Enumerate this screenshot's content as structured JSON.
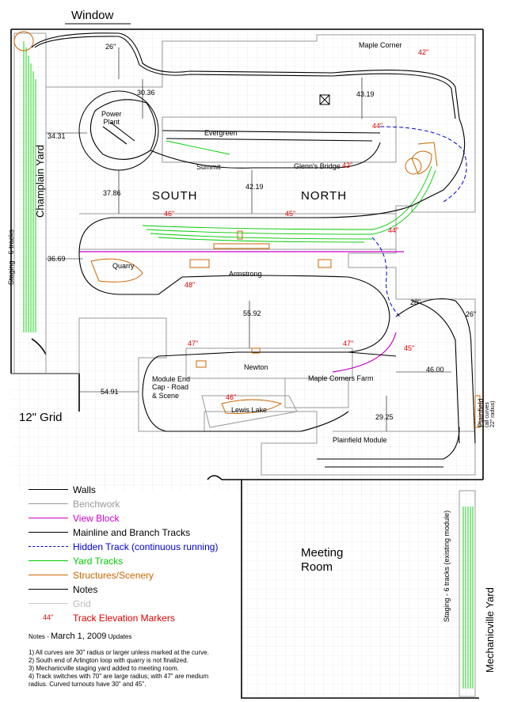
{
  "title": {
    "window": "Window",
    "meeting_room": "Meeting\nRoom",
    "grid": "12\" Grid"
  },
  "regions": {
    "south": "SOUTH",
    "north": "NORTH"
  },
  "places": {
    "champlain_yard": "Champlain Yard",
    "champlain_staging": "Staging - 6 tracks",
    "power_plant": "Power\nPlant",
    "evergreen": "Evergreen",
    "summit": "Summit",
    "glenns_bridge": "Glenn's Bridge",
    "maple_corner": "Maple Corner",
    "quarry": "Quarry",
    "armstrong": "Armstrong",
    "newton": "Newton",
    "maple_corners_farm": "Maple Corners Farm",
    "module_end": "Module End\nCap - Road\n& Scene",
    "lewis_lake": "Lewis Lake",
    "plainfield_module": "Plainfield Module",
    "plainfield": "Plainfield",
    "all_curves": "(all curves\n22\" radius)",
    "mechanicville_yard": "Mechanicville Yard",
    "mechanicville_staging": "Staging - 6 tracks (existing module)"
  },
  "dimensions": [
    "26\"",
    "30.36",
    "43.19",
    "34.31",
    "37.86",
    "42.19",
    "36.69",
    "55.92",
    "54.91",
    "46.00",
    "29.25",
    "28\"",
    "26\""
  ],
  "elevations": [
    "42\"",
    "44\"",
    "43\"",
    "46\"",
    "45\"",
    "44\"",
    "48\"",
    "47\"",
    "47\"",
    "45\"",
    "46\""
  ],
  "legend": [
    {
      "label": "Walls",
      "color": "#000000",
      "style": "solid"
    },
    {
      "label": "Benchwork",
      "color": "#999999",
      "style": "solid"
    },
    {
      "label": "View Block",
      "color": "#cc00cc",
      "style": "solid"
    },
    {
      "label": "Mainline and Branch Tracks",
      "color": "#000000",
      "style": "solid"
    },
    {
      "label": "Hidden Track (continuous running)",
      "color": "#0000cc",
      "style": "dashed"
    },
    {
      "label": "Yard Tracks",
      "color": "#00cc00",
      "style": "solid"
    },
    {
      "label": "Structures/Scenery",
      "color": "#cc6600",
      "style": "solid"
    },
    {
      "label": "Notes",
      "color": "#000000",
      "style": "solid"
    },
    {
      "label": "Grid",
      "color": "#cccccc",
      "style": "solid"
    },
    {
      "label": "Track Elevation Markers",
      "color": "#e00000",
      "style": "marker",
      "marker": "44\""
    }
  ],
  "notes": {
    "heading": "Notes - ",
    "date": "March 1, 2009",
    "heading_suffix": " Updates",
    "items": [
      "1) All curves are 30\" radius or larger unless marked at the curve.",
      "2) South end of Arlington loop with quarry is not finalized.",
      "3) Mechanicville staging yard added to meeting room.",
      "4) Track switches with 70\" are large radius; with 47\" are medium radius. Curved turnouts have 30\" and 45\"."
    ]
  },
  "colors": {
    "wall": "#000000",
    "bench": "#999999",
    "view_block": "#cc00cc",
    "hidden": "#0000cc",
    "yard": "#00cc00",
    "structure": "#cc6600",
    "grid": "#dddddd",
    "elevation": "#e00000"
  }
}
